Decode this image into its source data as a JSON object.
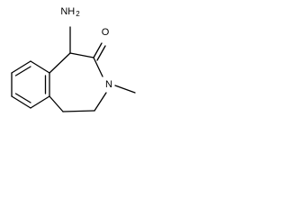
{
  "molecule": {
    "atoms": {
      "amine_label": "NH",
      "amine_subscript": "2",
      "carbonyl_oxygen_label": "O",
      "ring_nitrogen_label": "N"
    }
  }
}
